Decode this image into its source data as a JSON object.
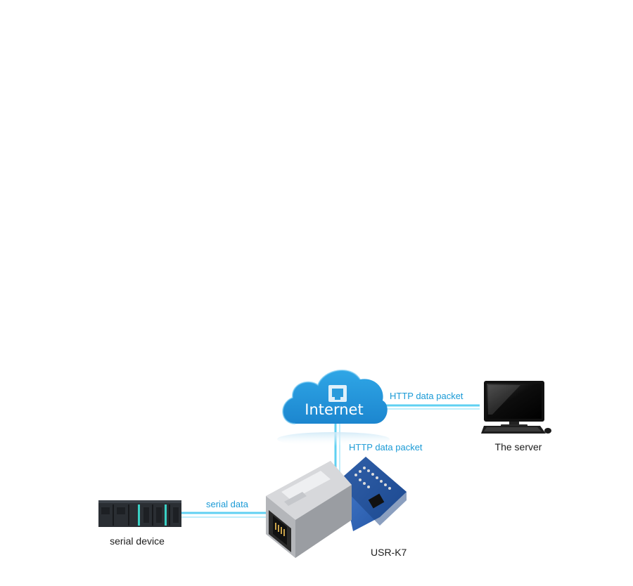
{
  "diagram": {
    "nodes": {
      "internet": {
        "label": "Internet",
        "icon": "cloud-icon"
      },
      "server": {
        "label": "The server",
        "icon": "desktop-computer-icon"
      },
      "device": {
        "label": "serial device",
        "icon": "plc-device-icon"
      },
      "module": {
        "label": "USR-K7",
        "icon": "ethernet-module-icon"
      }
    },
    "links": {
      "internet_server": {
        "label": "HTTP data packet"
      },
      "module_internet": {
        "label": "HTTP data packet"
      },
      "device_module": {
        "label": "serial data"
      }
    },
    "colors": {
      "link": "#5fd0f2",
      "label": "#1a9ad6",
      "cloud": "#2a9bdc"
    }
  }
}
